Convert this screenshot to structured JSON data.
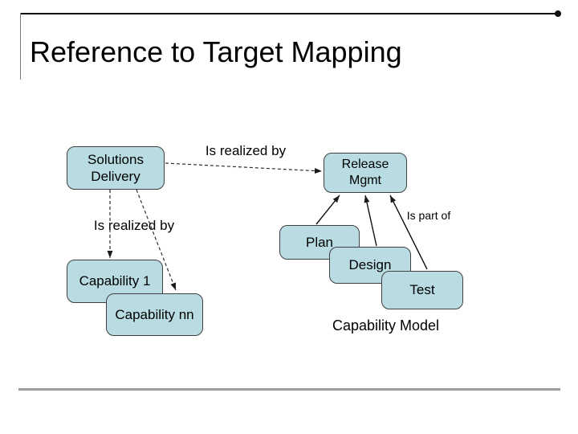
{
  "slide": {
    "title": "Reference to Target Mapping"
  },
  "diagram": {
    "nodes": {
      "solutions_delivery": {
        "line1": "Solutions",
        "line2": "Delivery"
      },
      "release_mgmt": {
        "line1": "Release",
        "line2": "Mgmt"
      },
      "plan": {
        "label": "Plan"
      },
      "design": {
        "label": "Design"
      },
      "test": {
        "label": "Test"
      },
      "capability_1": {
        "label": "Capability 1"
      },
      "capability_nn": {
        "label": "Capability nn"
      }
    },
    "labels": {
      "is_realized_by_top": "Is realized by",
      "is_realized_by_left": "Is realized by",
      "is_part_of": "Is part of",
      "capability_model": "Capability Model"
    },
    "colors": {
      "node_fill": "#b8dce2",
      "node_border": "#404040",
      "line": "#1a1a1a",
      "rule_gray": "#9d9d9d"
    }
  }
}
